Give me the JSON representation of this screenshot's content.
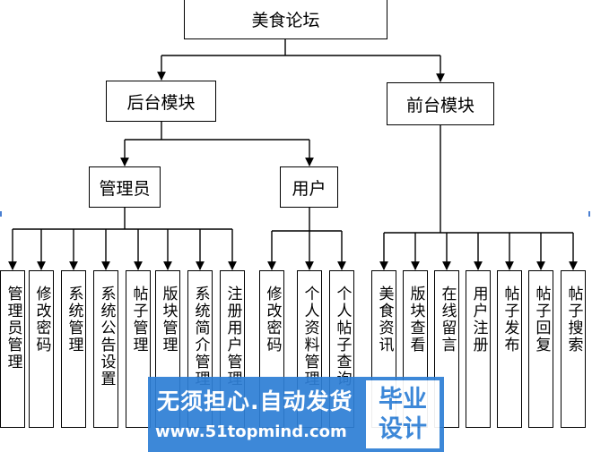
{
  "root": "美食论坛",
  "backend": {
    "label": "后台模块",
    "admin": {
      "label": "管理员",
      "items": [
        "管理员管理",
        "修改密码",
        "系统管理",
        "系统公告设置",
        "帖子管理",
        "版块管理",
        "系统简介管理",
        "注册用户管理"
      ]
    },
    "user": {
      "label": "用户",
      "items": [
        "修改密码",
        "个人资料管理",
        "个人帖子查询"
      ]
    }
  },
  "frontend": {
    "label": "前台模块",
    "items": [
      "美食资讯",
      "版块查看",
      "在线留言",
      "用户注册",
      "帖子发布",
      "帖子回复",
      "帖子搜索"
    ]
  },
  "watermark": {
    "line1": "无须担心.自动发货",
    "line2": "www.51topmind.com",
    "logo_line1": "毕业",
    "logo_line2": "设计"
  }
}
